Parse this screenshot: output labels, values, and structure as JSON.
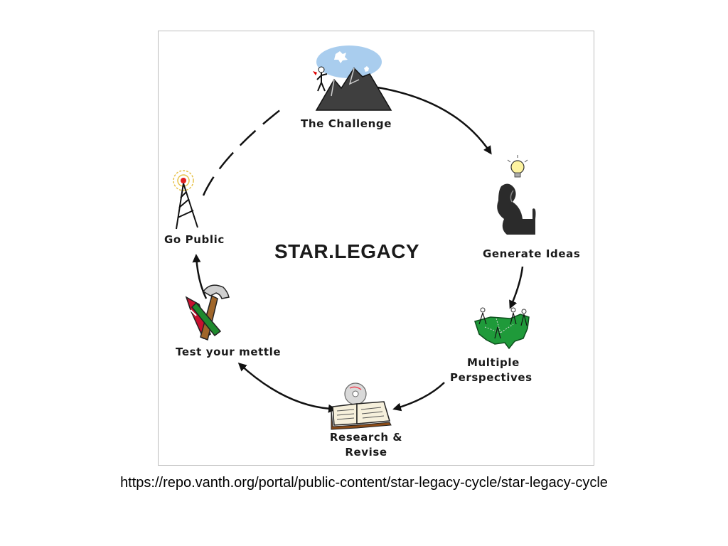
{
  "diagram": {
    "title": "STAR.LEGACY",
    "stages": [
      {
        "label": "The Challenge",
        "icon": "mountain-climber-icon"
      },
      {
        "label": "Generate Ideas",
        "icon": "thinker-lightbulb-icon"
      },
      {
        "label_line1": "Multiple",
        "label_line2": "Perspectives",
        "icon": "usa-map-icon"
      },
      {
        "label_line1": "Research &",
        "label_line2": "Revise",
        "icon": "open-book-cd-icon"
      },
      {
        "label": "Test your mettle",
        "icon": "hammer-tools-icon"
      },
      {
        "label": "Go Public",
        "icon": "radio-tower-icon"
      }
    ]
  },
  "footer": {
    "url": "https://repo.vanth.org/portal/public-content/star-legacy-cycle/star-legacy-cycle"
  },
  "colors": {
    "sky": "#a9cdee",
    "map_green": "#1f9a3a",
    "arrow": "#111111"
  }
}
